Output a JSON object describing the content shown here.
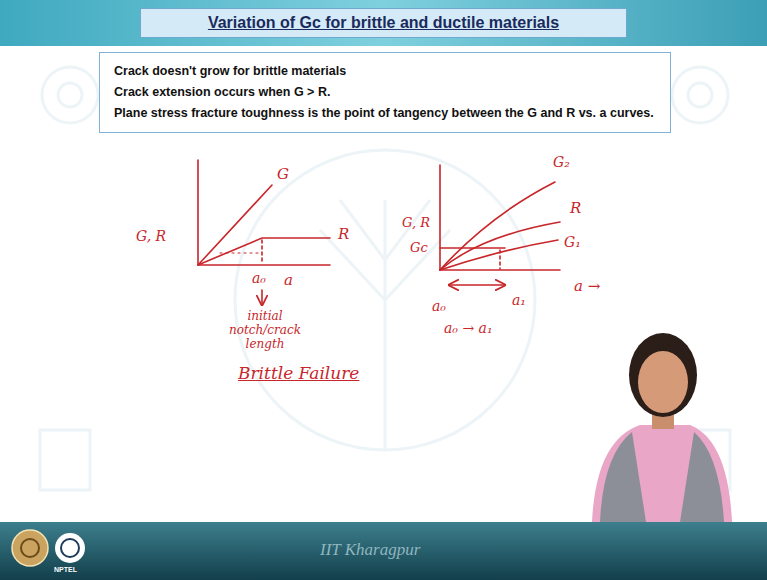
{
  "diagram": {
    "title": "Variation of Gc for brittle and ductile materials",
    "nodes": [
      {
        "text": [
          "Crack doesn't grow for brittle materials",
          "Crack extension occurs when G > R.",
          "Plane stress fracture toughness is the point of tangency between the G and R vs. a curves."
        ]
      }
    ],
    "labels": [
      "G",
      "G, R",
      "R",
      "a₀",
      "a",
      "initial notch/crack length",
      "Brittle Failure",
      "G₂",
      "R",
      "G₁",
      "G, R",
      "Gc",
      "a₀",
      "a₁",
      "a →",
      "a₀ → a₁",
      "IIT Kharagpur",
      "NPTEL"
    ]
  }
}
